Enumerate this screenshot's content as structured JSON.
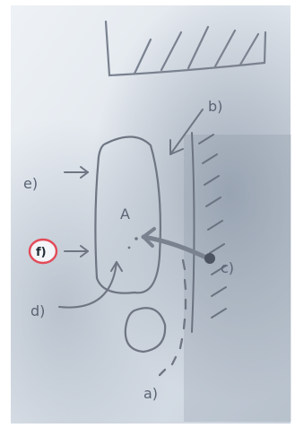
{
  "labels": {
    "a": "a)",
    "b": "b)",
    "c": "c)",
    "d": "d)",
    "e": "e)",
    "f": "f)",
    "big_a": "A"
  },
  "colors": {
    "pencil": "#6f7683",
    "paper_light": "#e7ecf2",
    "paper_shadow": "#a9b4c3",
    "highlight": "#e24b59",
    "background": "#ffffff"
  },
  "annotations": {
    "highlighted_label": "f)"
  }
}
